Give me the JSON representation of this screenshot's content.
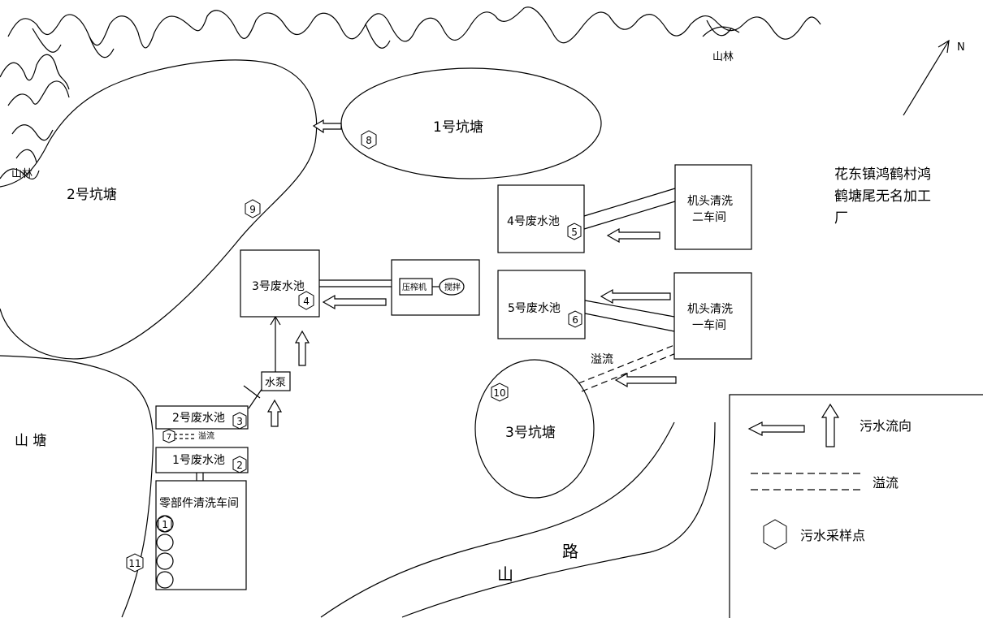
{
  "labels": {
    "mountain_forest_top": "山林",
    "mountain_forest_left": "山林",
    "pit_pond_1": "1号坑塘",
    "pit_pond_2": "2号坑塘",
    "pit_pond_3": "3号坑塘",
    "wastewater_pool_1": "1号废水池",
    "wastewater_pool_2": "2号废水池",
    "wastewater_pool_3": "3号废水池",
    "wastewater_pool_4": "4号废水池",
    "wastewater_pool_5": "5号废水池",
    "press_machine": "压榨机",
    "stirring": "搅拌",
    "water_pump": "水泵",
    "overflow_small": "溢流",
    "overflow_middle": "溢流",
    "parts_cleaning_workshop": "零部件清洗车间",
    "head_cleaning_workshop_2_line1": "机头清洗",
    "head_cleaning_workshop_2_line2": "二车间",
    "head_cleaning_workshop_1_line1": "机头清洗",
    "head_cleaning_workshop_1_line2": "一车间",
    "mountain_pond": "山 塘",
    "mountain_road_1": "山",
    "mountain_road_2": "路",
    "north": "N",
    "site_line1": "花东镇鸿鹤村鸿",
    "site_line2": "鹤塘尾无名加工",
    "site_line3": "厂"
  },
  "sampling_points": {
    "p1": "1",
    "p2": "2",
    "p3": "3",
    "p4": "4",
    "p5": "5",
    "p6": "6",
    "p7": "7",
    "p8": "8",
    "p9": "9",
    "p10": "10",
    "p11": "11"
  },
  "legend": {
    "flow_direction": "污水流向",
    "overflow": "溢流",
    "sampling_point": "污水采样点"
  }
}
